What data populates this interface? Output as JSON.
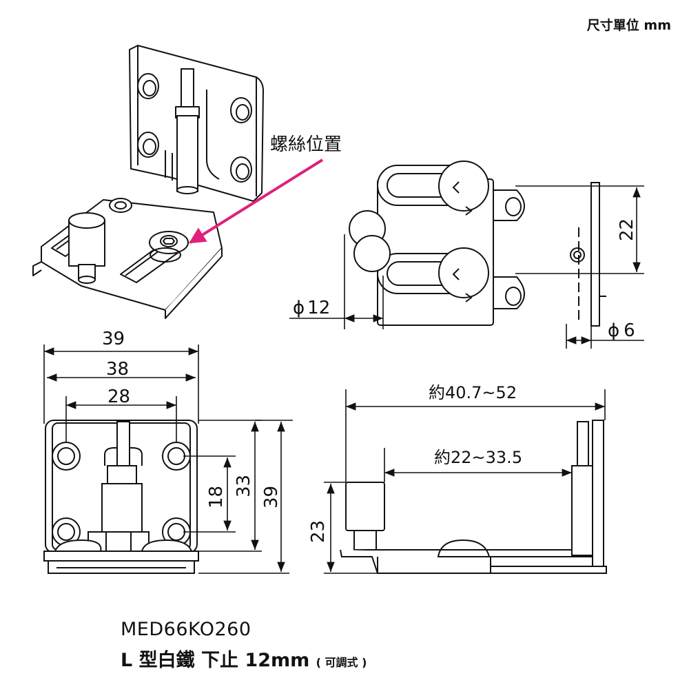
{
  "header": {
    "unit_note": "尺寸單位 mm"
  },
  "callout": {
    "label": "螺絲位置",
    "arrow_color": "#e0207a"
  },
  "top_view": {
    "dim_pin_dia": "12",
    "dim_hole_dia": "6",
    "dim_hole_spacing": "22"
  },
  "front_view": {
    "dim_overall_width": "39",
    "dim_plate_width": "38",
    "dim_hole_pitch": "28",
    "dim_hole_vertical": "18",
    "dim_plate_height": "33",
    "dim_overall_height": "39"
  },
  "side_view": {
    "dim_total_span": "約40.7~52",
    "dim_inner_span": "約22~33.5",
    "dim_pin_height": "23"
  },
  "product": {
    "model": "MED66KO260",
    "name": "L 型白鐵 下止 12mm",
    "note": "( 可調式 )"
  },
  "colors": {
    "line": "#111111",
    "accent": "#e0207a"
  }
}
